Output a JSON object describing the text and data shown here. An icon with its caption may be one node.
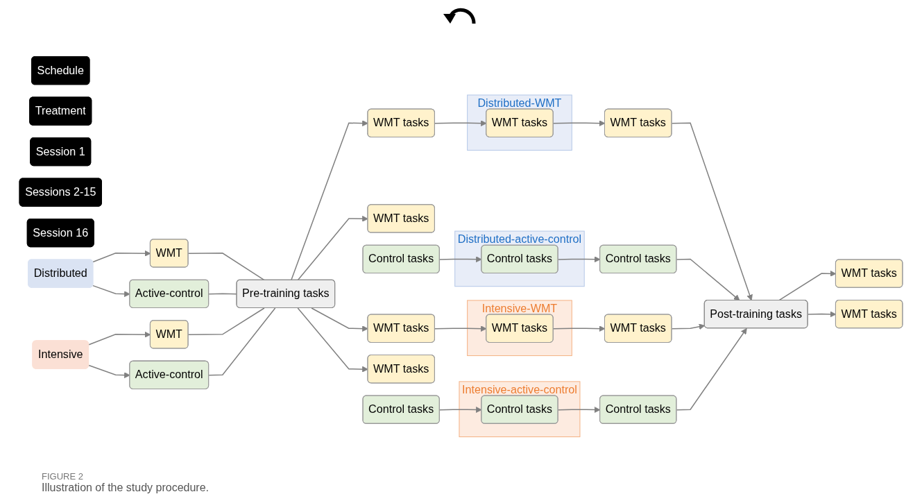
{
  "diagram": {
    "caption": "Illustration of the study procedure.",
    "nodes": [
      {
        "text": [
          "Schedule"
        ]
      },
      {
        "text": [
          "Treatment"
        ]
      },
      {
        "text": [
          "Session 1"
        ]
      },
      {
        "text": [
          "Sessions 2-15"
        ]
      },
      {
        "text": [
          "Session 16"
        ]
      },
      {
        "text": [
          "Distributed"
        ]
      },
      {
        "text": [
          "WMT"
        ]
      },
      {
        "text": [
          "Active-control"
        ]
      },
      {
        "text": [
          "Intensive"
        ]
      },
      {
        "text": [
          "WMT"
        ]
      },
      {
        "text": [
          "Active-control"
        ]
      },
      {
        "text": [
          "Pre-training tasks"
        ]
      },
      {
        "text": [
          "WMT tasks"
        ]
      },
      {
        "text": [
          "Distributed-WMT"
        ]
      },
      {
        "text": [
          "WMT tasks"
        ],
        "in": 13
      },
      {
        "text": [
          "WMT tasks"
        ]
      },
      {
        "text": [
          "WMT tasks"
        ]
      },
      {
        "text": [
          "Control tasks"
        ]
      },
      {
        "text": [
          "Distributed-active-control"
        ]
      },
      {
        "text": [
          "Control tasks"
        ],
        "in": 18
      },
      {
        "text": [
          "Control tasks"
        ]
      },
      {
        "text": [
          "WMT tasks"
        ]
      },
      {
        "text": [
          "Intensive-WMT"
        ]
      },
      {
        "text": [
          "WMT tasks"
        ],
        "in": 22
      },
      {
        "text": [
          "WMT tasks"
        ]
      },
      {
        "text": [
          "WMT tasks"
        ]
      },
      {
        "text": [
          "Control tasks"
        ]
      },
      {
        "text": [
          "Intensive-active-control"
        ]
      },
      {
        "text": [
          "Control tasks"
        ],
        "in": 27
      },
      {
        "text": [
          "Control tasks"
        ]
      },
      {
        "text": [
          "Post-training tasks"
        ]
      },
      {
        "text": [
          "WMT tasks"
        ]
      },
      {
        "text": [
          "WMT tasks"
        ]
      }
    ],
    "edges": [
      {
        "from": 5,
        "to": 6,
        "arrow": "to"
      },
      {
        "from": 5,
        "to": 7,
        "arrow": "to"
      },
      {
        "from": 8,
        "to": 9,
        "arrow": "to"
      },
      {
        "from": 8,
        "to": 10,
        "arrow": "to"
      },
      {
        "from": 6,
        "to": 11,
        "arrow": "none"
      },
      {
        "from": 7,
        "to": 11,
        "arrow": "none"
      },
      {
        "from": 9,
        "to": 11,
        "arrow": "none"
      },
      {
        "from": 10,
        "to": 11,
        "arrow": "none"
      },
      {
        "from": 11,
        "to": 12,
        "arrow": "to"
      },
      {
        "from": 11,
        "to": 16,
        "arrow": "to"
      },
      {
        "from": 11,
        "to": 21,
        "arrow": "to"
      },
      {
        "from": 11,
        "to": 25,
        "arrow": "to"
      },
      {
        "from": 12,
        "to": 14,
        "arrow": "to"
      },
      {
        "from": 14,
        "to": 15,
        "arrow": "to"
      },
      {
        "from": 17,
        "to": 19,
        "arrow": "to"
      },
      {
        "from": 19,
        "to": 20,
        "arrow": "to"
      },
      {
        "from": 21,
        "to": 23,
        "arrow": "to"
      },
      {
        "from": 23,
        "to": 24,
        "arrow": "to"
      },
      {
        "from": 26,
        "to": 28,
        "arrow": "to"
      },
      {
        "from": 28,
        "to": 29,
        "arrow": "to"
      },
      {
        "from": 15,
        "to": 30,
        "arrow": "to"
      },
      {
        "from": 20,
        "to": 30,
        "arrow": "to"
      },
      {
        "from": 24,
        "to": 30,
        "arrow": "to"
      },
      {
        "from": 29,
        "to": 30,
        "arrow": "to"
      },
      {
        "from": 30,
        "to": 31,
        "arrow": "to"
      },
      {
        "from": 30,
        "to": 32,
        "arrow": "to"
      }
    ],
    "labels": [
      "FIGURE 2"
    ]
  }
}
